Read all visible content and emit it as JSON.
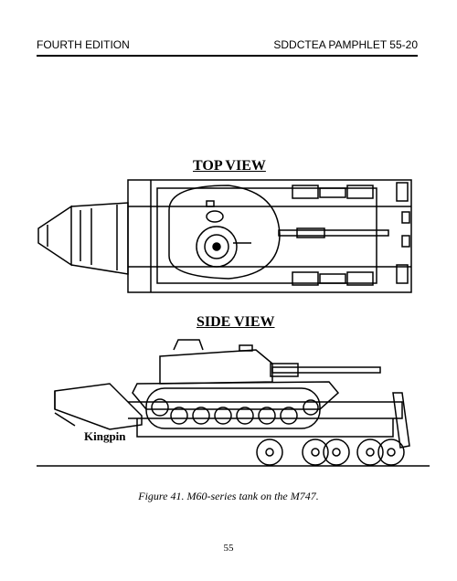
{
  "header": {
    "left": "FOURTH EDITION",
    "right": "SDDCTEA PAMPHLET 55-20"
  },
  "figure": {
    "top_view_label": "TOP VIEW",
    "side_view_label": "SIDE VIEW",
    "kingpin_label": "Kingpin",
    "caption": "Figure 41. M60-series tank on the M747."
  },
  "footer": {
    "page_number": "55"
  }
}
